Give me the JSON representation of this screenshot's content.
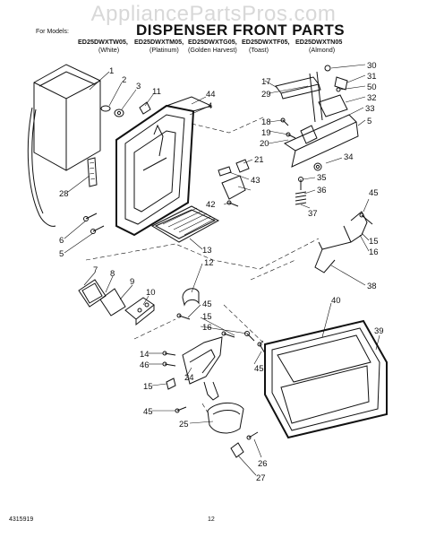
{
  "watermark": "AppliancePartsPros.com",
  "header": {
    "for_models_label": "For Models:",
    "title": "DISPENSER FRONT PARTS",
    "models": [
      "ED25DWXTW05,",
      "ED25DWXTM05,",
      "ED25DWXTG05,",
      "ED25DWXTF05,",
      "ED25DWXTN05"
    ],
    "finishes": [
      "(White)",
      "(Platinum)",
      "(Golden Harvest)",
      "(Toast)",
      "(Almond)"
    ]
  },
  "footer": {
    "doc_number": "4315919",
    "page_number": "12"
  },
  "callouts": {
    "c1": "1",
    "c2": "2",
    "c3": "3",
    "c4": "4",
    "c5a": "5",
    "c5b": "5",
    "c6": "6",
    "c7": "7",
    "c8": "8",
    "c9": "9",
    "c10": "10",
    "c11": "11",
    "c12": "12",
    "c13": "13",
    "c14": "14",
    "c15a": "15",
    "c15b": "15",
    "c16a": "16",
    "c16b": "16",
    "c17": "17",
    "c18": "18",
    "c19": "19",
    "c20": "20",
    "c21": "21",
    "c24": "24",
    "c25": "25",
    "c26": "26",
    "c27": "27",
    "c28": "28",
    "c29": "29",
    "c30": "30",
    "c31": "31",
    "c32": "32",
    "c33": "33",
    "c34": "34",
    "c35": "35",
    "c36": "36",
    "c37": "37",
    "c38": "38",
    "c39": "39",
    "c40": "40",
    "c42": "42",
    "c43": "43",
    "c44": "44",
    "c45a": "45",
    "c45b": "45",
    "c45c": "45",
    "c45d": "45",
    "c46": "46",
    "c50": "50"
  }
}
